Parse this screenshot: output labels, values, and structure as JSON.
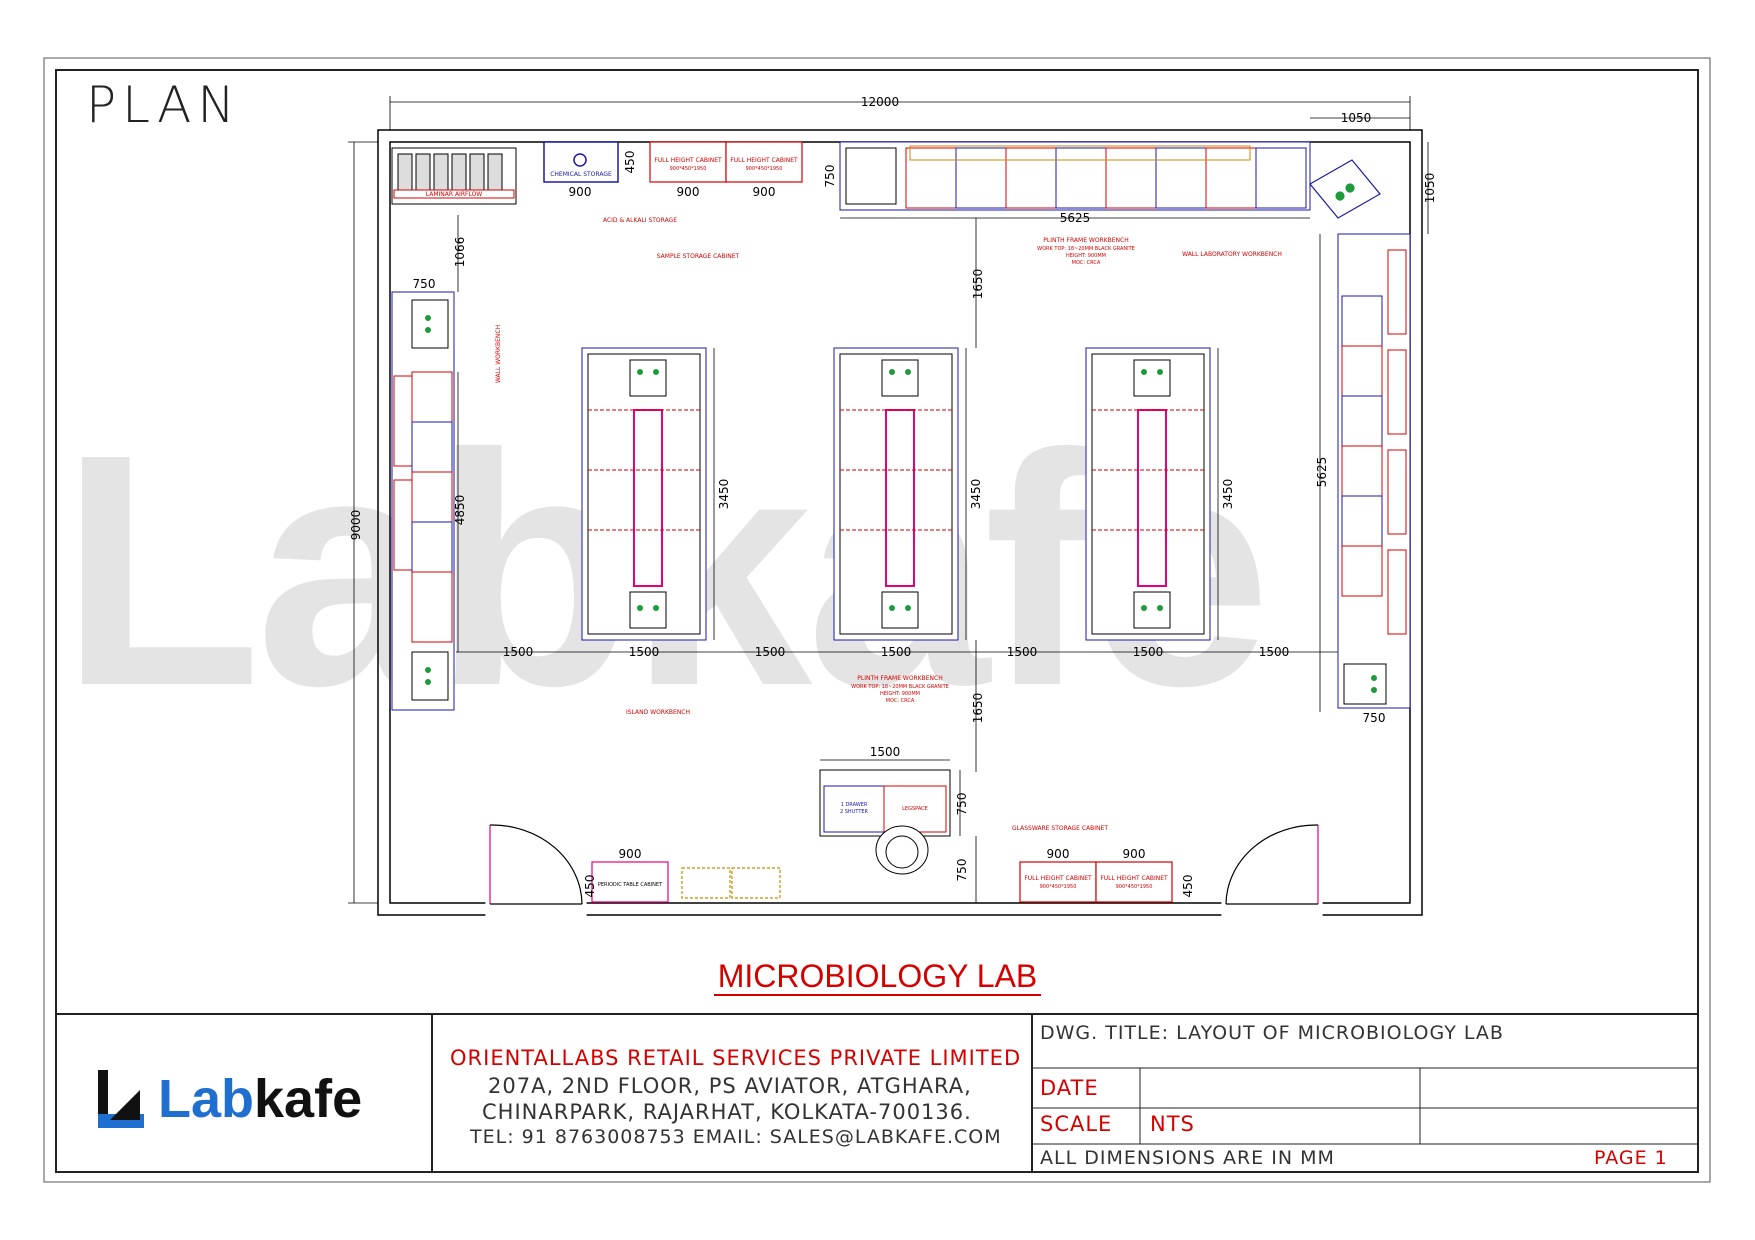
{
  "plan_label": "PLAN",
  "lab_title": "MICROBIOLOGY LAB",
  "watermark": "Labkafe",
  "title_block": {
    "company": "ORIENTALLABS RETAIL SERVICES PRIVATE LIMITED",
    "address1": "207A, 2ND FLOOR, PS AVIATOR, ATGHARA,",
    "address2": "CHINARPARK, RAJARHAT, KOLKATA-700136.",
    "contact": "TEL:  91 8763008753 EMAIL:  SALES@LABKAFE.COM",
    "dwg_title": "DWG. TITLE: LAYOUT OF MICROBIOLOGY LAB",
    "date_label": "DATE",
    "scale_label": "SCALE",
    "scale_value": "NTS",
    "dimensions_note": "ALL DIMENSIONS ARE IN MM",
    "page": "PAGE 1",
    "logo_lab": "Lab",
    "logo_kafe": "kafe"
  },
  "dimensions": {
    "overall_width": "12000",
    "overall_height": "9000",
    "corner": "1050",
    "corner_v": "1050",
    "top_bench_len": "5625",
    "right_bench_len": "5625",
    "left_bench_len": "4850",
    "gap_top": "1066",
    "bench_depth_left": "750",
    "bench_depth_right": "750",
    "bench_depth_top": "750",
    "clear_1650_a": "1650",
    "clear_1650_b": "1650",
    "island_len_1": "3450",
    "island_len_2": "3450",
    "island_len_3": "3450",
    "gap_1500_a": "1500",
    "island_w_1": "1500",
    "gap_1500_b": "1500",
    "island_w_2": "1500",
    "gap_1500_c": "1500",
    "island_w_3": "1500",
    "gap_1500_d": "1500",
    "desk_w": "1500",
    "desk_d": "750",
    "desk_gap": "750",
    "cab_900_a": "900",
    "cab_900_b": "900",
    "cab_900_c": "900",
    "cab_450_top": "450",
    "cab_900_bl": "900",
    "cab_450_bl": "450",
    "cab_900_br1": "900",
    "cab_900_br2": "900",
    "cab_450_br": "450"
  },
  "labels": {
    "laminar": "LAMINAR AIRFLOW",
    "chemical": "CHEMICAL STORAGE",
    "acid": "ACID & ALKALI STORAGE",
    "sample": "SAMPLE STORAGE CABINET",
    "full_height_1": "FULL HEIGHT CABINET",
    "full_height_2": "FULL HEIGHT CABINET",
    "fh_size_1": "900*450*1950",
    "fh_size_2": "900*450*1950",
    "wall_bench": "WALL LABORATORY WORKBENCH",
    "plinth_top_1": "PLINTH FRAME WORKBENCH",
    "plinth_top_2": "WORK TOP: 18~20MM BLACK GRANITE",
    "plinth_top_3": "HEIGHT: 900MM",
    "plinth_top_4": "MOC: CRCA",
    "plinth_mid_1": "PLINTH FRAME WORKBENCH",
    "plinth_mid_2": "WORK TOP: 18~20MM BLACK GRANITE",
    "plinth_mid_3": "HEIGHT: 900MM",
    "plinth_mid_4": "MOC: CRCA",
    "island": "ISLAND WORKBENCH",
    "glassware": "GLASSWARE STORAGE CABINET",
    "fh_br_1": "FULL HEIGHT CABINET",
    "fh_br_2": "FULL HEIGHT CABINET",
    "fh_br_s1": "900*450*1950",
    "fh_br_s2": "900*450*1950",
    "drawer": "1 DRAWER",
    "shutter": "2 SHUTTER",
    "legspace": "LEGSPACE",
    "periodic": "PERIODIC TABLE CABINET",
    "wall_bench_left": "WALL WORKBENCH"
  },
  "colors": {
    "red": "#d60000",
    "blue": "#1a1aa8",
    "magenta": "#e6007e",
    "green": "#1c9c3a",
    "orange": "#c98a00",
    "logo_blue": "#1f6fd1"
  }
}
